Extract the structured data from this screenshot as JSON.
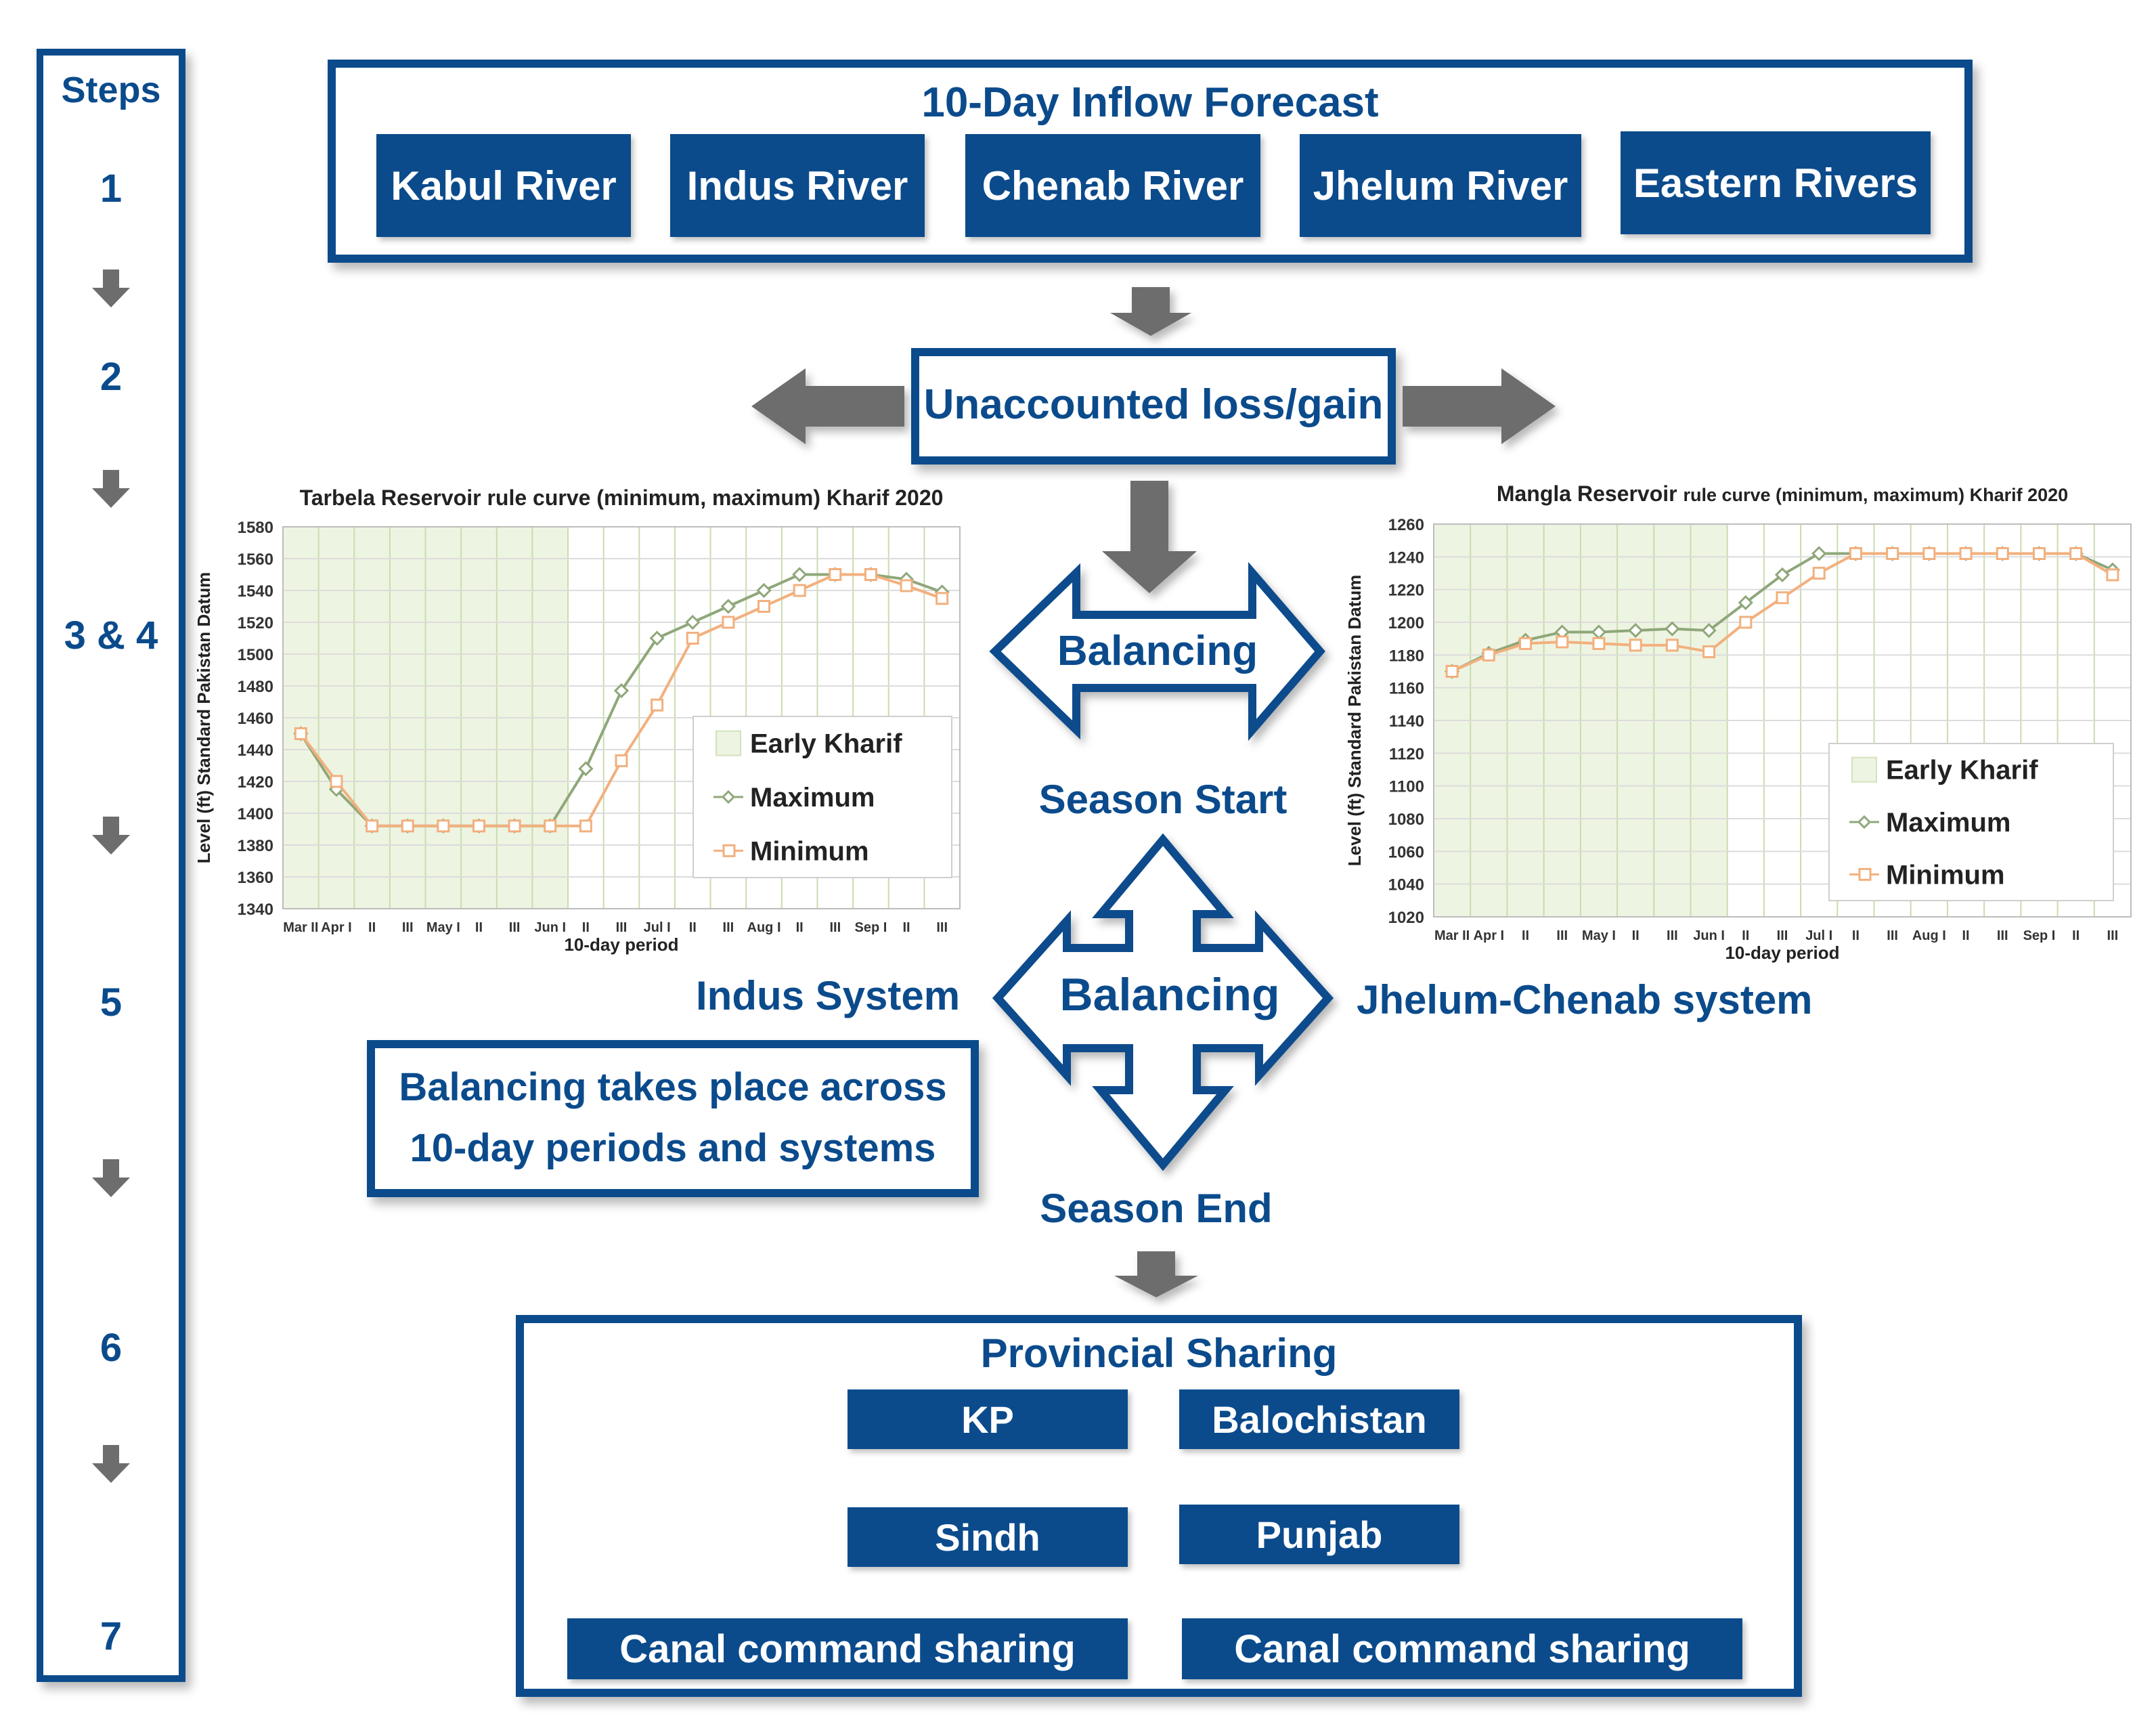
{
  "steps": {
    "title": "Steps",
    "labels": [
      "1",
      "2",
      "3 & 4",
      "5",
      "6",
      "7"
    ]
  },
  "forecast": {
    "title": "10-Day Inflow Forecast",
    "rivers": [
      "Kabul River",
      "Indus River",
      "Chenab River",
      "Jhelum River",
      "Eastern Rivers"
    ]
  },
  "loss_gain": "Unaccounted loss/gain",
  "balancing_top": "Balancing",
  "season_start": "Season Start",
  "balancing_center": "Balancing",
  "season_end": "Season End",
  "indus_system": "Indus System",
  "jhelum_system": "Jhelum-Chenab system",
  "balancing_note": [
    "Balancing takes place across",
    "10-day periods and systems"
  ],
  "provincial": {
    "title": "Provincial Sharing",
    "kp": "KP",
    "balochistan": "Balochistan",
    "sindh": "Sindh",
    "punjab": "Punjab",
    "canal_left": "Canal command sharing",
    "canal_right": "Canal command sharing"
  },
  "colors": {
    "brand_blue": "#0b4b8c",
    "arrow_gray": "#6d6d6d",
    "early_kharif_fill": "#eef4e2",
    "maximum_line": "#8fa77a",
    "minimum_line": "#f2b07e"
  },
  "chart_data": [
    {
      "type": "line",
      "title": "Tarbela Reservoir rule curve (minimum, maximum) Kharif 2020",
      "xlabel": "10-day period",
      "ylabel": "Level (ft) Standard Pakistan Datum",
      "ylim": [
        1340,
        1580
      ],
      "yticks": [
        1340,
        1360,
        1380,
        1400,
        1420,
        1440,
        1460,
        1480,
        1500,
        1520,
        1540,
        1560,
        1580
      ],
      "categories": [
        "Mar II",
        "Apr I",
        "II",
        "III",
        "May I",
        "II",
        "III",
        "Jun I",
        "II",
        "III",
        "Jul I",
        "II",
        "III",
        "Aug I",
        "II",
        "III",
        "Sep I",
        "II",
        "III"
      ],
      "tick_labels": [
        "Mar II",
        "Apr I",
        "II",
        "III",
        "May I",
        "II",
        "III",
        "Jun I",
        "II",
        "III",
        "Jul I",
        "II",
        "III",
        "Aug I",
        "II",
        "III",
        "Sep I",
        "II",
        "III"
      ],
      "shaded_region": {
        "name": "Early Kharif",
        "from": "Mar II",
        "to": "Jun I"
      },
      "series": [
        {
          "name": "Maximum",
          "values": [
            1450,
            1415,
            1392,
            1392,
            1392,
            1392,
            1392,
            1392,
            1428,
            1477,
            1510,
            1520,
            1530,
            1540,
            1550,
            1550,
            1550,
            1547,
            1539
          ]
        },
        {
          "name": "Minimum",
          "values": [
            1450,
            1420,
            1392,
            1392,
            1392,
            1392,
            1392,
            1392,
            1392,
            1433,
            1468,
            1510,
            1520,
            1530,
            1540,
            1550,
            1550,
            1543,
            1535
          ]
        }
      ],
      "legend": [
        "Early Kharif",
        "Maximum",
        "Minimum"
      ],
      "legend_position": "bottom-right",
      "grid": true
    },
    {
      "type": "line",
      "title_prefix": "Mangla Reservoir",
      "title_suffix": "rule curve (minimum, maximum) Kharif 2020",
      "title": "Mangla Reservoir rule curve (minimum, maximum) Kharif 2020",
      "xlabel": "10-day period",
      "ylabel": "Level (ft) Standard Pakistan Datum",
      "ylim": [
        1020,
        1260
      ],
      "yticks": [
        1020,
        1040,
        1060,
        1080,
        1100,
        1120,
        1140,
        1160,
        1180,
        1200,
        1220,
        1240,
        1260
      ],
      "categories": [
        "Mar II",
        "Apr I",
        "II",
        "III",
        "May I",
        "II",
        "III",
        "Jun I",
        "II",
        "III",
        "Jul I",
        "II",
        "III",
        "Aug I",
        "II",
        "III",
        "Sep I",
        "II",
        "III"
      ],
      "tick_labels": [
        "Mar II",
        "Apr I",
        "II",
        "III",
        "May I",
        "II",
        "III",
        "Jun I",
        "II",
        "III",
        "Jul I",
        "II",
        "III",
        "Aug I",
        "II",
        "III",
        "Sep I",
        "II",
        "III"
      ],
      "shaded_region": {
        "name": "Early Kharif",
        "from": "Mar II",
        "to": "Jun I"
      },
      "series": [
        {
          "name": "Maximum",
          "values": [
            1170,
            1181,
            1189,
            1194,
            1194,
            1195,
            1196,
            1195,
            1212,
            1229,
            1242,
            1242,
            1242,
            1242,
            1242,
            1242,
            1242,
            1242,
            1232
          ]
        },
        {
          "name": "Minimum",
          "values": [
            1170,
            1180,
            1187,
            1188,
            1187,
            1186,
            1186,
            1182,
            1200,
            1215,
            1230,
            1242,
            1242,
            1242,
            1242,
            1242,
            1242,
            1242,
            1229
          ]
        }
      ],
      "legend": [
        "Early Kharif",
        "Maximum",
        "Minimum"
      ],
      "legend_position": "bottom-right",
      "grid": true
    }
  ]
}
